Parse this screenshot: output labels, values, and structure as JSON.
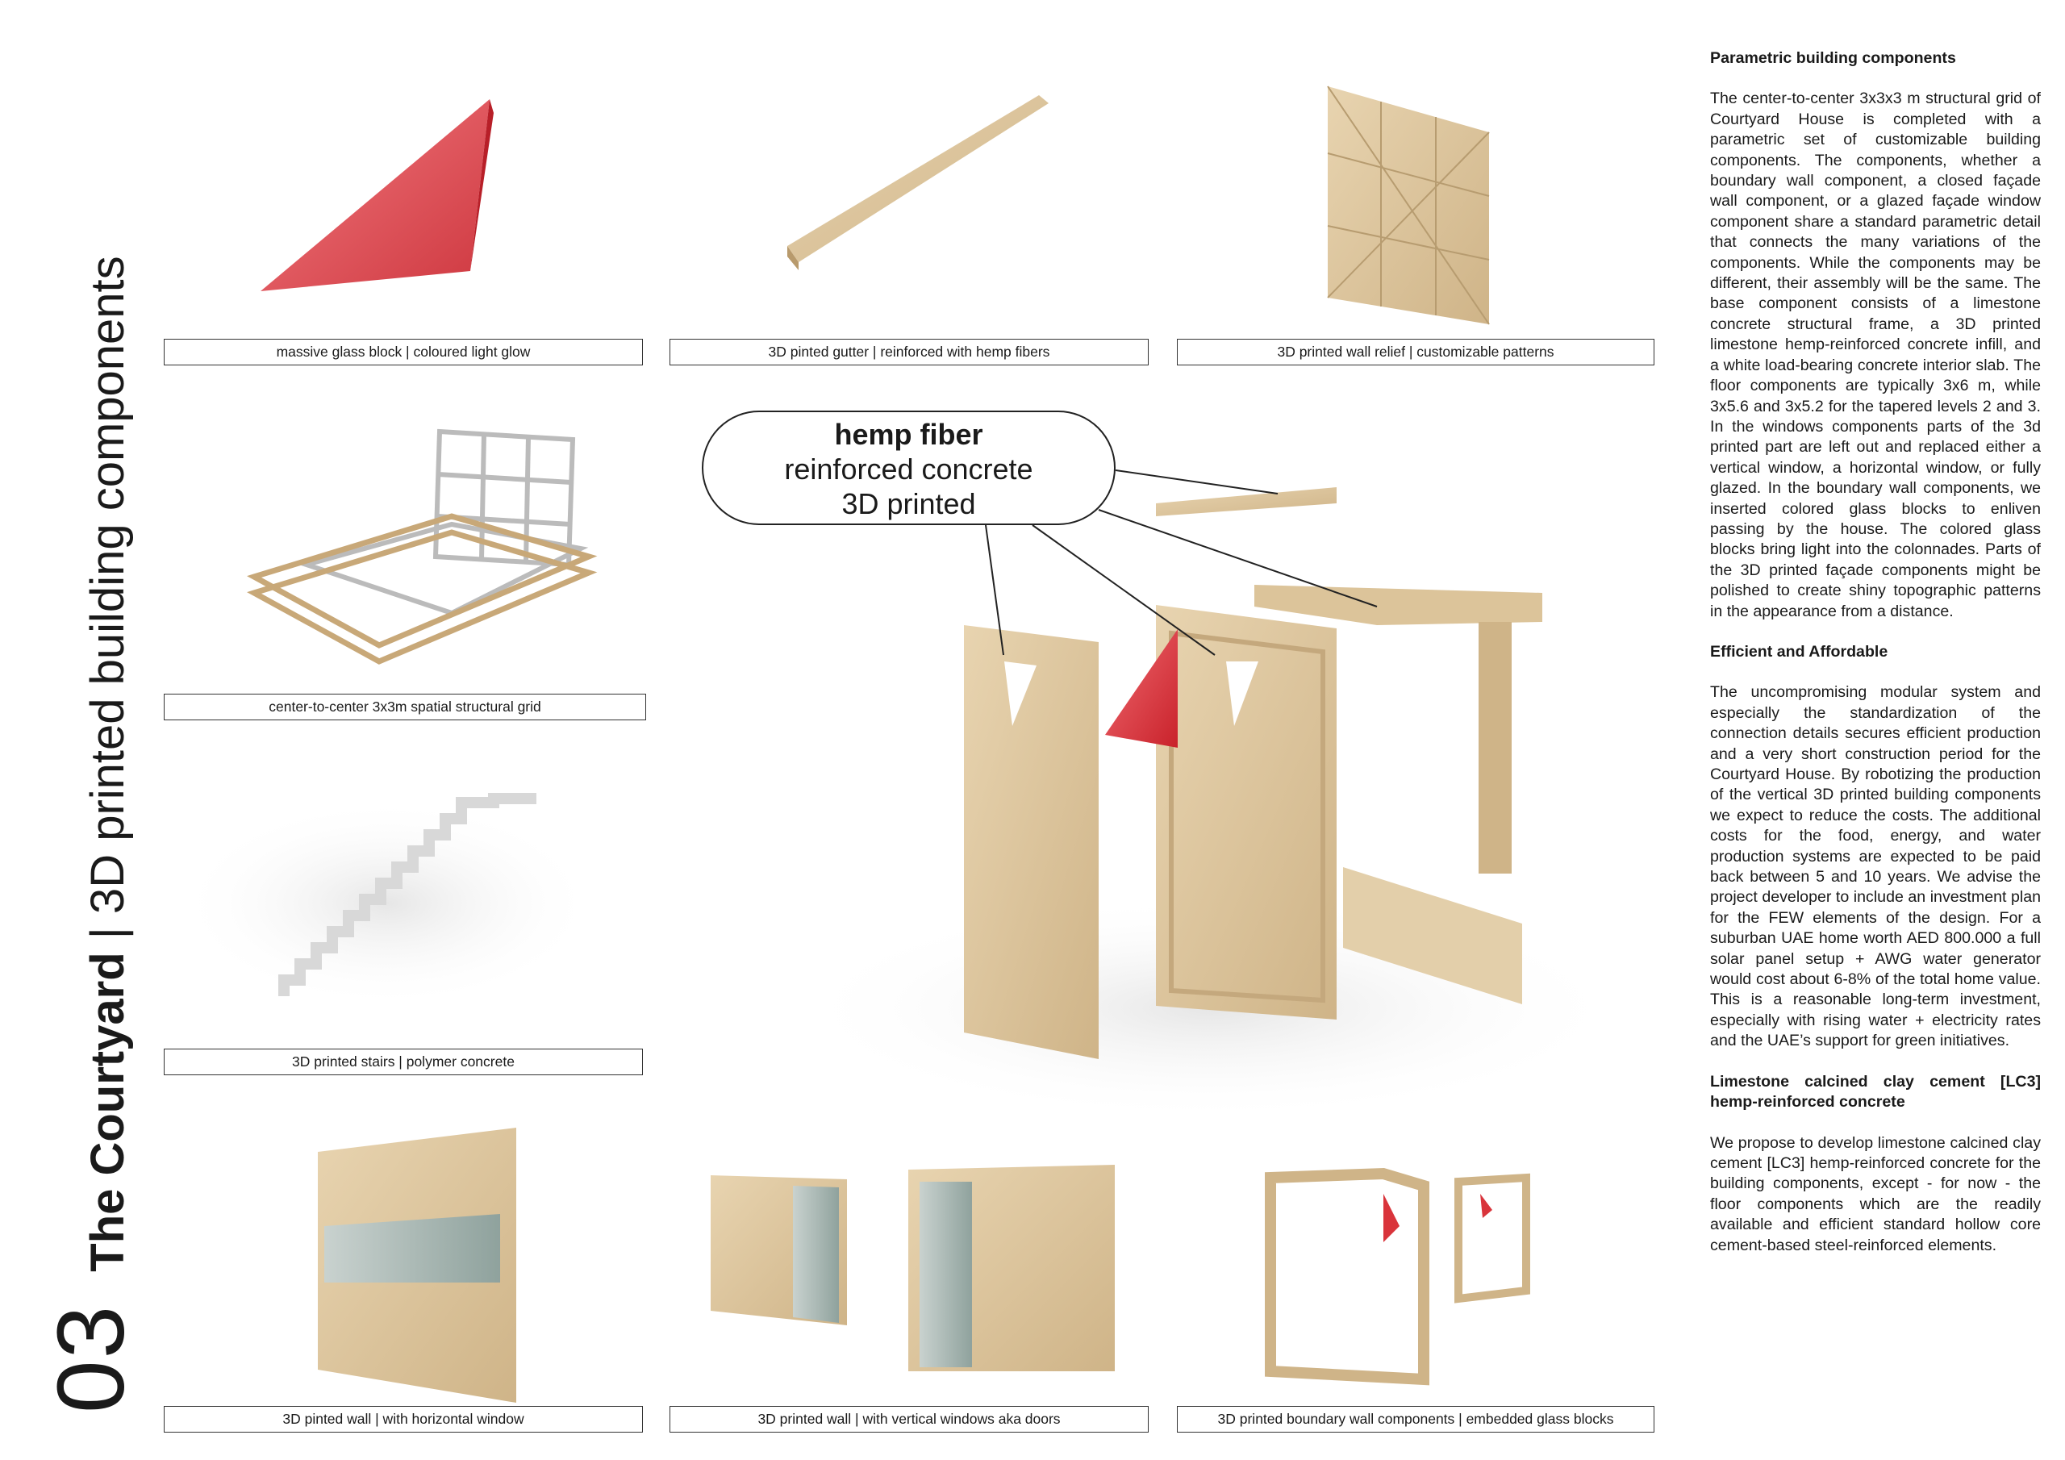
{
  "title": {
    "number": "03",
    "bold": "The Courtyard",
    "regular": " | 3D printed building components"
  },
  "captions": [
    "massive glass block | coloured light glow",
    "3D pinted gutter | reinforced with hemp fibers",
    "3D printed wall relief | customizable patterns",
    "center-to-center 3x3m spatial structural grid",
    "3D printed stairs | polymer concrete",
    "3D pinted wall | with horizontal window",
    "3D printed wall | with vertical windows aka doors",
    "3D printed boundary wall components | embedded glass blocks"
  ],
  "callout": {
    "line1": "hemp fiber",
    "line2": "reinforced concrete",
    "line3": "3D printed"
  },
  "colors": {
    "concrete": "#e0c9a2",
    "glass_red": "#d9343b",
    "text": "#1a1a1a"
  },
  "sections": [
    {
      "heading": "Parametric building components",
      "body": "The center-to-center 3x3x3 m structural grid of Courtyard House is completed with a parametric set of customizable building components. The components, whether a boundary wall component, a closed façade wall component, or a glazed façade window component share a standard parametric detail that connects the many variations of the components. While the components may be different, their assembly will be the same. The base component consists of a limestone concrete structural frame, a 3D printed limestone hemp-reinforced concrete infill, and a white load-bearing concrete interior slab. The floor components are typically 3x6 m, while 3x5.6 and 3x5.2 for the tapered levels 2 and 3. In the windows components parts of the 3d printed part are left out and replaced either a vertical window, a horizontal window, or fully glazed. In the boundary wall components, we inserted colored glass blocks to enliven passing by the house. The colored glass blocks bring light into the colonnades. Parts of the 3D printed façade components might be polished to create shiny topographic patterns in the appearance from a distance."
    },
    {
      "heading": "Efficient and Affordable",
      "body": "The uncompromising modular system and especially the standardization of the connection details secures efficient production and a very short construction period for the Courtyard House. By robotizing the production of the vertical 3D printed building components we expect to reduce the costs. The additional costs for the food, energy, and water production systems are expected to be paid back between 5 and 10 years. We advise the project developer to include an investment plan for the FEW elements of the design. For a suburban UAE home worth AED 800.000 a full solar panel setup + AWG water generator would cost about 6-8% of the total home value. This is a reasonable long-term investment, especially with rising water + electricity rates and the UAE’s support for green initiatives."
    },
    {
      "heading": "Limestone calcined clay cement [LC3] hemp-reinforced concrete",
      "body": "We propose to develop limestone calcined clay cement [LC3] hemp-reinforced concrete for the building components, except - for now - the floor components which are the readily available and efficient standard hollow core cement-based steel-reinforced elements."
    }
  ]
}
